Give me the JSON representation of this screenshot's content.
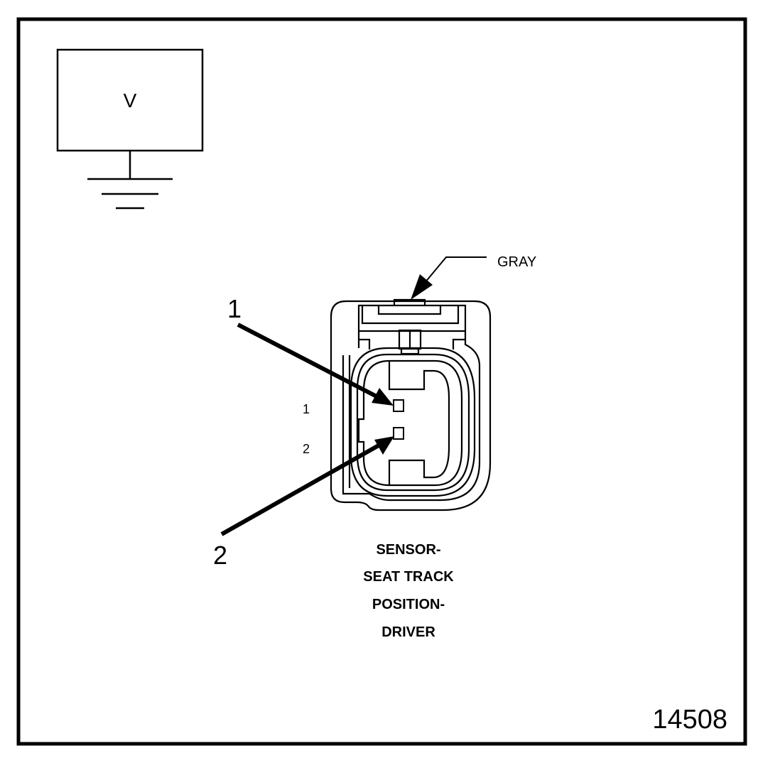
{
  "meter": {
    "symbol": "V"
  },
  "connector": {
    "color_label": "GRAY",
    "cavity_labels": [
      "1",
      "2"
    ],
    "callouts": [
      "1",
      "2"
    ],
    "name_lines": [
      "SENSOR-",
      "SEAT TRACK",
      "POSITION-",
      "DRIVER"
    ]
  },
  "figure_number": "14508",
  "colors": {
    "line": "#000000",
    "background": "#ffffff"
  }
}
